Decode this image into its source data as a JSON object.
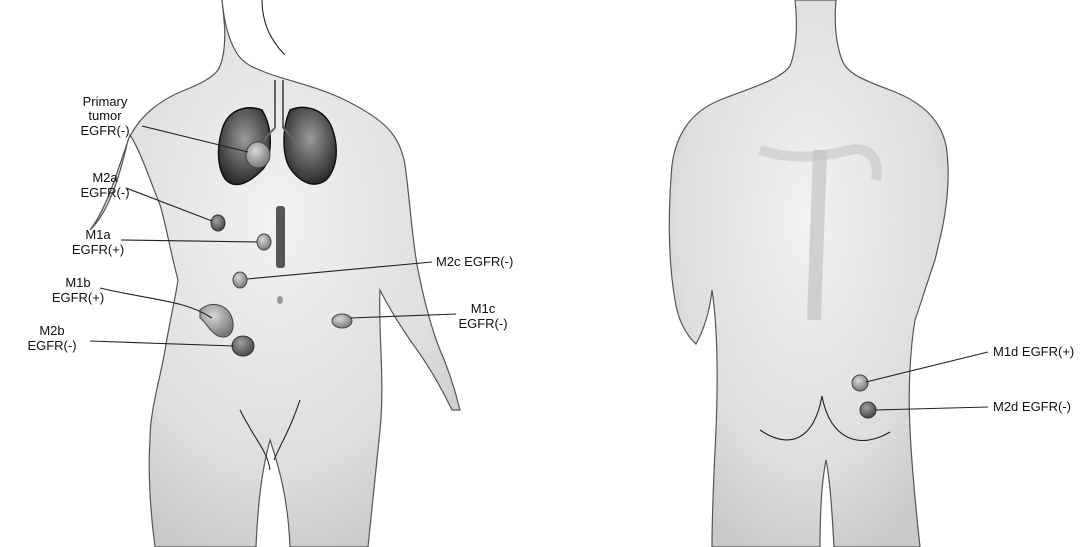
{
  "front_view": {
    "labels": {
      "primary_line1": "Primary",
      "primary_line2": "tumor",
      "primary_line3": "EGFR(-)",
      "m2a_line1": "M2a",
      "m2a_line2": "EGFR(-)",
      "m1a_line1": "M1a",
      "m1a_line2": "EGFR(+)",
      "m1b_line1": "M1b",
      "m1b_line2": "EGFR(+)",
      "m2b_line1": "M2b",
      "m2b_line2": "EGFR(-)",
      "m2c": "M2c  EGFR(-)",
      "m1c_line1": "M1c",
      "m1c_line2": "EGFR(-)"
    }
  },
  "back_view": {
    "labels": {
      "m1d": "M1d  EGFR(+)",
      "m2d": "M2d  EGFR(-)"
    }
  }
}
